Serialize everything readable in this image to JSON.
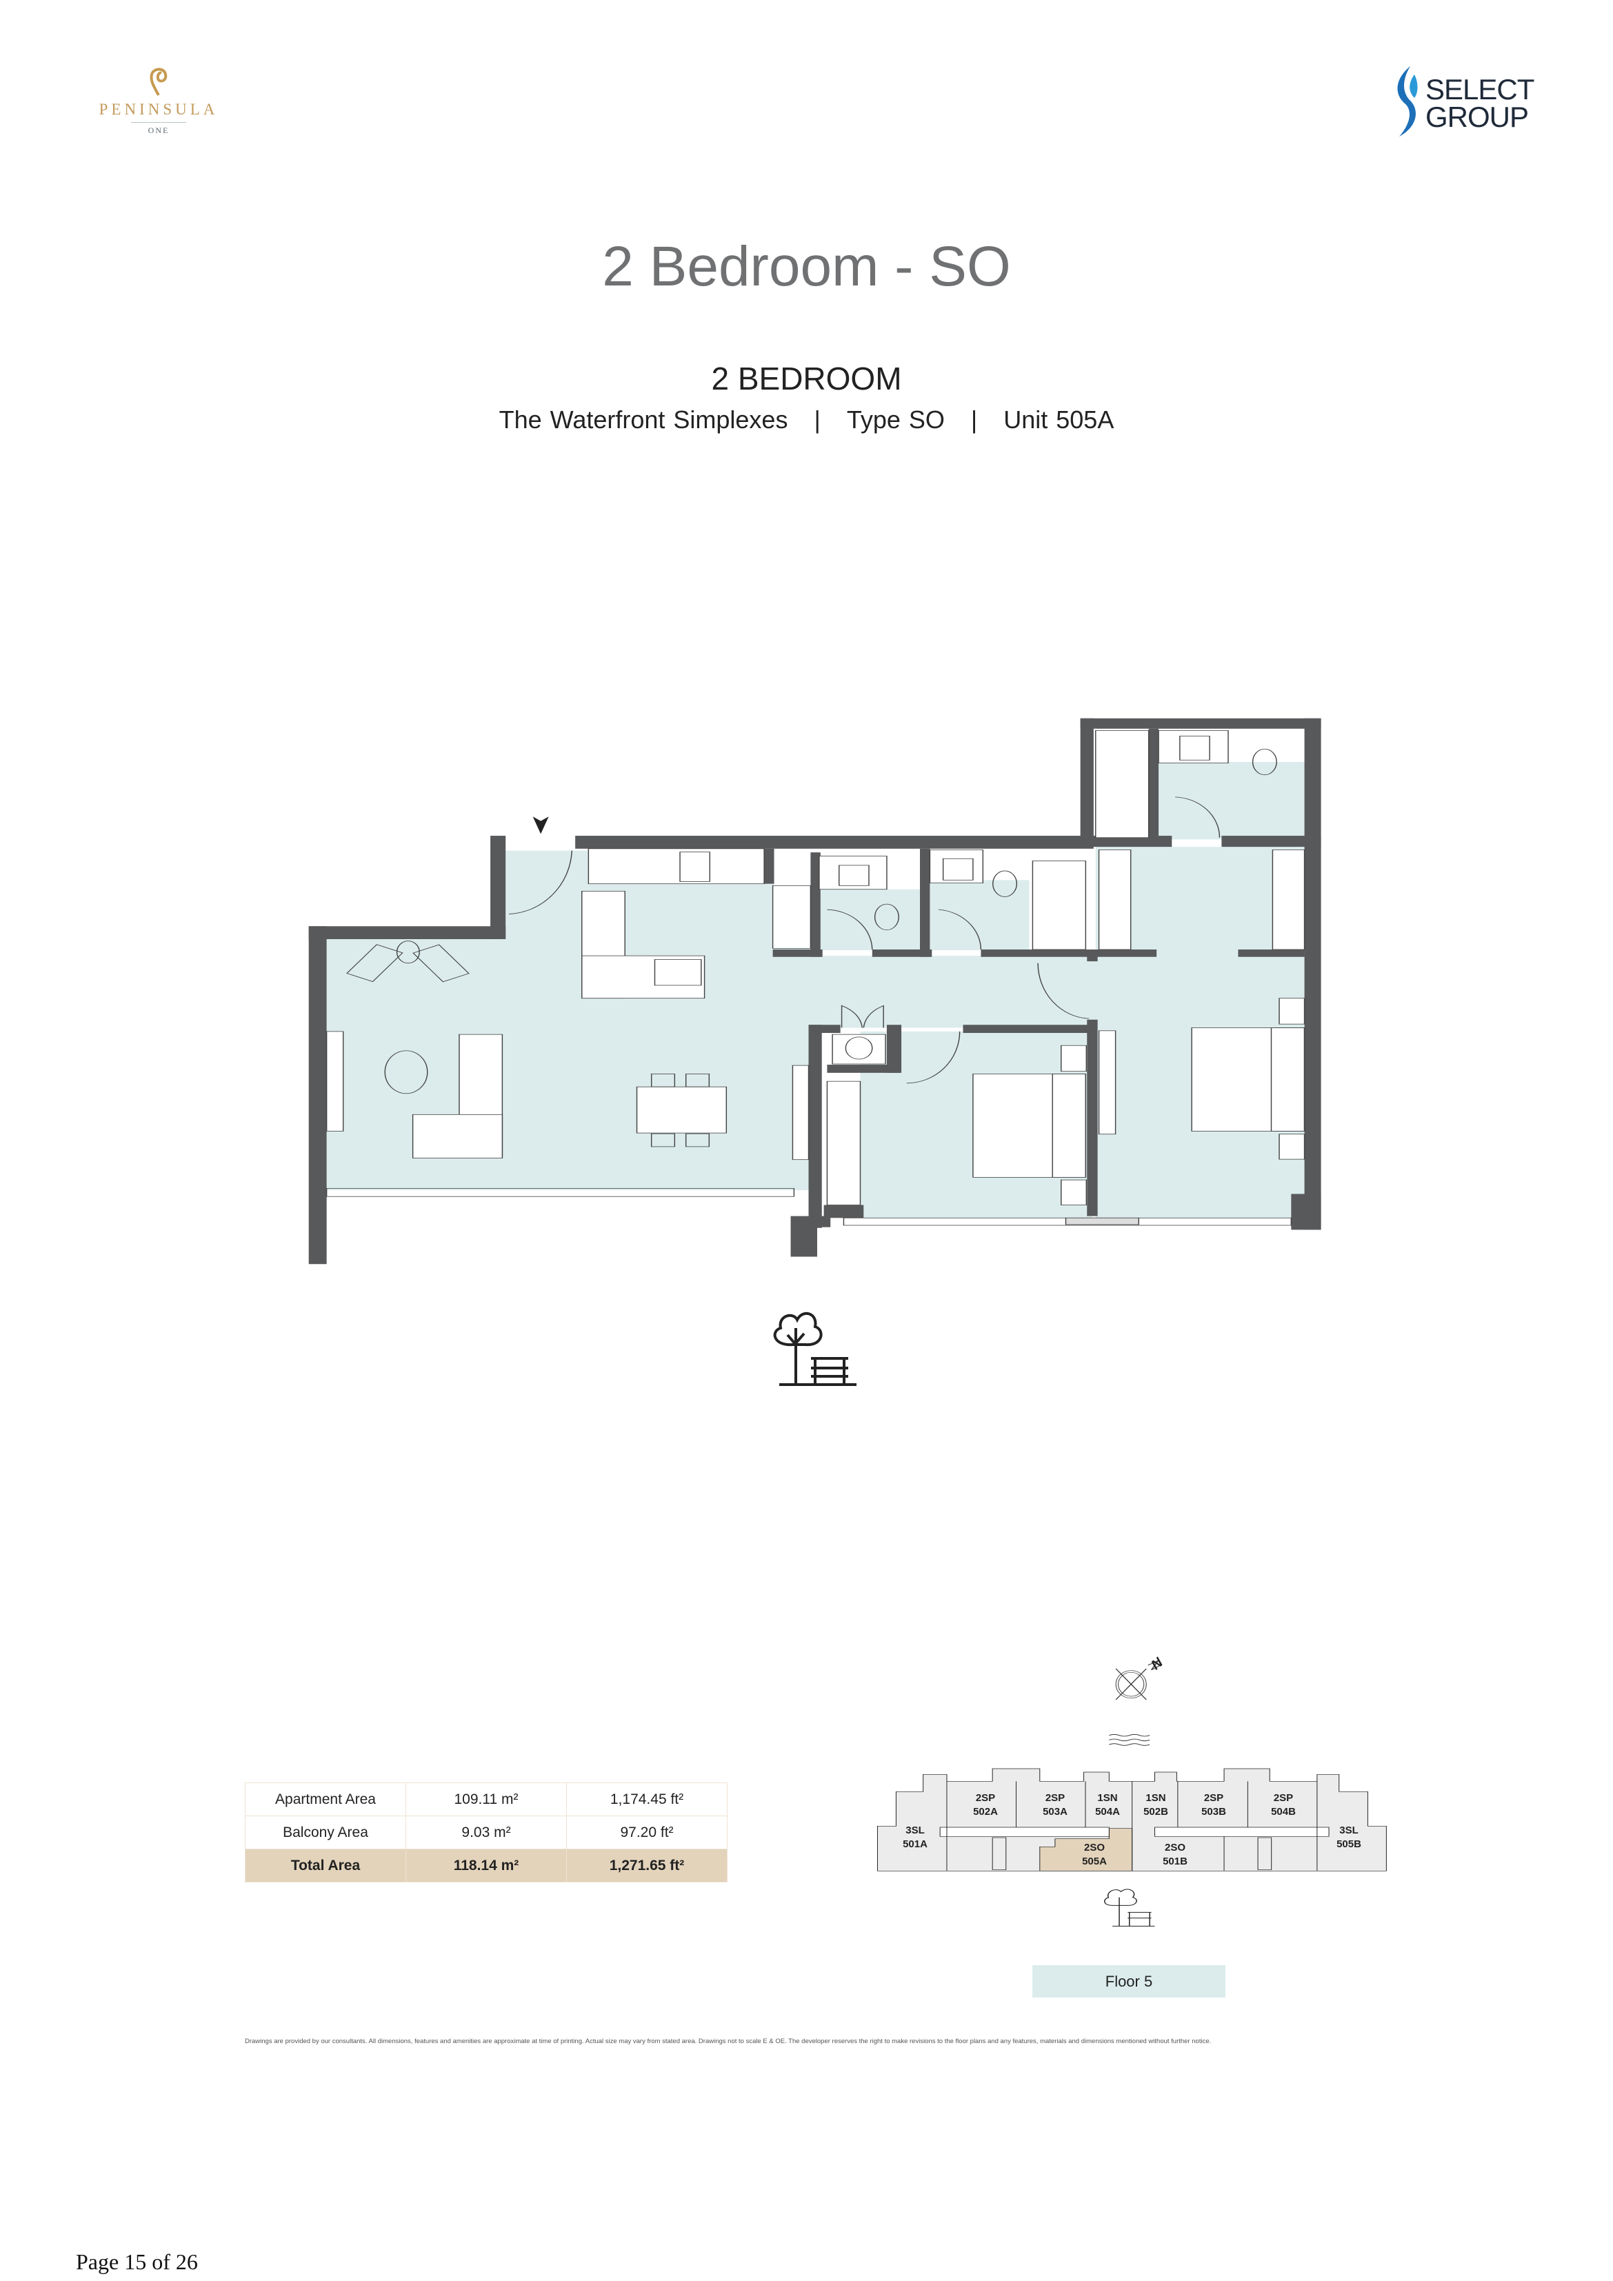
{
  "header": {
    "left_logo": {
      "name": "PENINSULA",
      "sub": "ONE"
    },
    "right_logo": {
      "line1": "SELECT",
      "line2": "GROUP"
    }
  },
  "title": "2 Bedroom - SO",
  "unit_heading": "2 BEDROOM",
  "unit_info": {
    "collection": "The Waterfront Simplexes",
    "separator": "|",
    "type": "Type SO",
    "unit": "Unit 505A"
  },
  "area_table": {
    "rows": [
      {
        "label": "Apartment Area",
        "sqm": "109.11 m²",
        "sqft": "1,174.45 ft²"
      },
      {
        "label": "Balcony Area",
        "sqm": "9.03 m²",
        "sqft": "97.20 ft²"
      },
      {
        "label": "Total Area",
        "sqm": "118.14 m²",
        "sqft": "1,271.65 ft²"
      }
    ]
  },
  "key_plan": {
    "compass_label": "N",
    "units": [
      {
        "type": "2SP",
        "unit": "502A"
      },
      {
        "type": "2SP",
        "unit": "503A"
      },
      {
        "type": "1SN",
        "unit": "504A"
      },
      {
        "type": "1SN",
        "unit": "502B"
      },
      {
        "type": "2SP",
        "unit": "503B"
      },
      {
        "type": "2SP",
        "unit": "504B"
      },
      {
        "type": "3SL",
        "unit": "501A"
      },
      {
        "type": "2SO",
        "unit": "505A"
      },
      {
        "type": "2SO",
        "unit": "501B"
      },
      {
        "type": "3SL",
        "unit": "505B"
      }
    ],
    "highlighted_unit": "505A",
    "floor_label": "Floor 5"
  },
  "colors": {
    "wall": "#58595b",
    "floor": "#dcecec",
    "highlight": "#e3d3bb",
    "title": "#707173",
    "brand_gold": "#c39a5c",
    "brand_blue": "#1d6fb8"
  },
  "disclaimer": "Drawings are provided by our consultants. All dimensions, features and amenities are approximate at time of printing.  Actual size may vary from stated area. Drawings not to scale E & OE. The developer reserves the right to make revisions to the floor plans and any features, materials and dimensions mentioned without further notice.",
  "footer": {
    "page": "Page 15 of 26"
  }
}
